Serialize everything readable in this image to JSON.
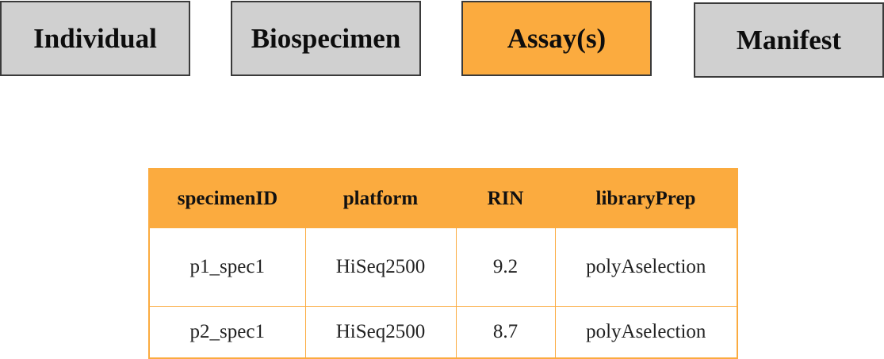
{
  "tabs": [
    {
      "label": "Individual",
      "active": false
    },
    {
      "label": "Biospecimen",
      "active": false
    },
    {
      "label": "Assay(s)",
      "active": true
    },
    {
      "label": "Manifest",
      "active": false
    }
  ],
  "colors": {
    "accent": "#fbab3f",
    "inactive_tab": "#d0d0d0",
    "tab_border": "#3a3a3a"
  },
  "table": {
    "columns": [
      "specimenID",
      "platform",
      "RIN",
      "libraryPrep"
    ],
    "rows": [
      [
        "p1_spec1",
        "HiSeq2500",
        "9.2",
        "polyAselection"
      ],
      [
        "p2_spec1",
        "HiSeq2500",
        "8.7",
        "polyAselection"
      ]
    ]
  }
}
